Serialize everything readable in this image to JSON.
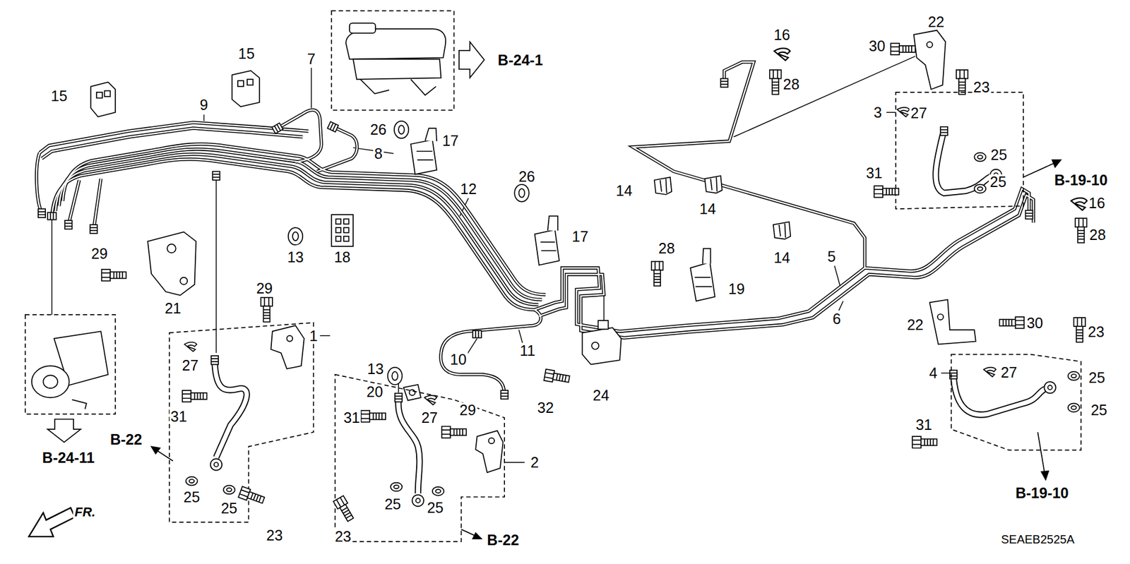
{
  "diagram": {
    "labels": [
      "15",
      "15",
      "7",
      "9",
      "B-24-1",
      "26",
      "17",
      "8",
      "12",
      "26",
      "17",
      "13",
      "18",
      "29",
      "21",
      "13",
      "10",
      "20",
      "11",
      "29",
      "1",
      "27",
      "31",
      "B-24-11",
      "B-22",
      "25",
      "25",
      "23",
      "31",
      "27",
      "29",
      "2",
      "25",
      "25",
      "23",
      "B-22",
      "32",
      "24",
      "14",
      "14",
      "28",
      "19",
      "14",
      "5",
      "6",
      "16",
      "28",
      "30",
      "22",
      "23",
      "3",
      "27",
      "25",
      "25",
      "31",
      "B-19-10",
      "16",
      "28",
      "22",
      "30",
      "23",
      "4",
      "27",
      "25",
      "25",
      "31",
      "B-19-10",
      "FR.",
      "SEAEB2525A"
    ]
  }
}
